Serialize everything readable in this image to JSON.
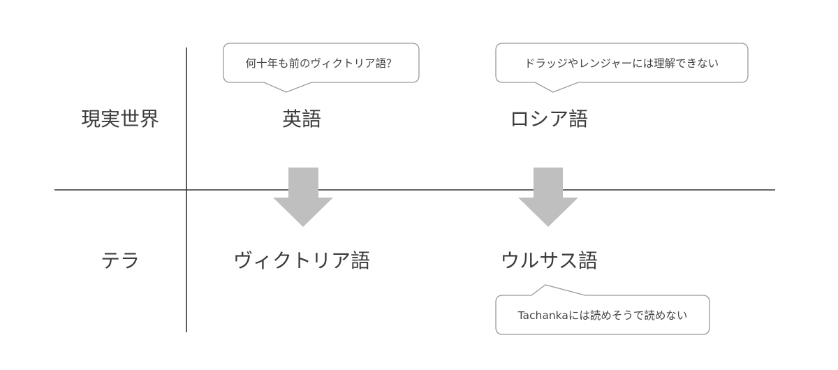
{
  "rows": {
    "real_world": "現実世界",
    "terra": "テラ"
  },
  "languages": {
    "english": "英語",
    "russian": "ロシア語",
    "victorian": "ヴィクトリア語",
    "ursus": "ウルサス語"
  },
  "callouts": {
    "english_note": "何十年も前のヴィクトリア語？",
    "russian_note": "ドラッジやレンジャーには理解できない",
    "ursus_note": "Tachankaには読めそうで読めない"
  },
  "colors": {
    "arrow": "#bfbfbf",
    "line": "#333333",
    "bubble_border": "#9a9a9a"
  },
  "icons": {
    "transition_arrow": "down-arrow-icon"
  }
}
